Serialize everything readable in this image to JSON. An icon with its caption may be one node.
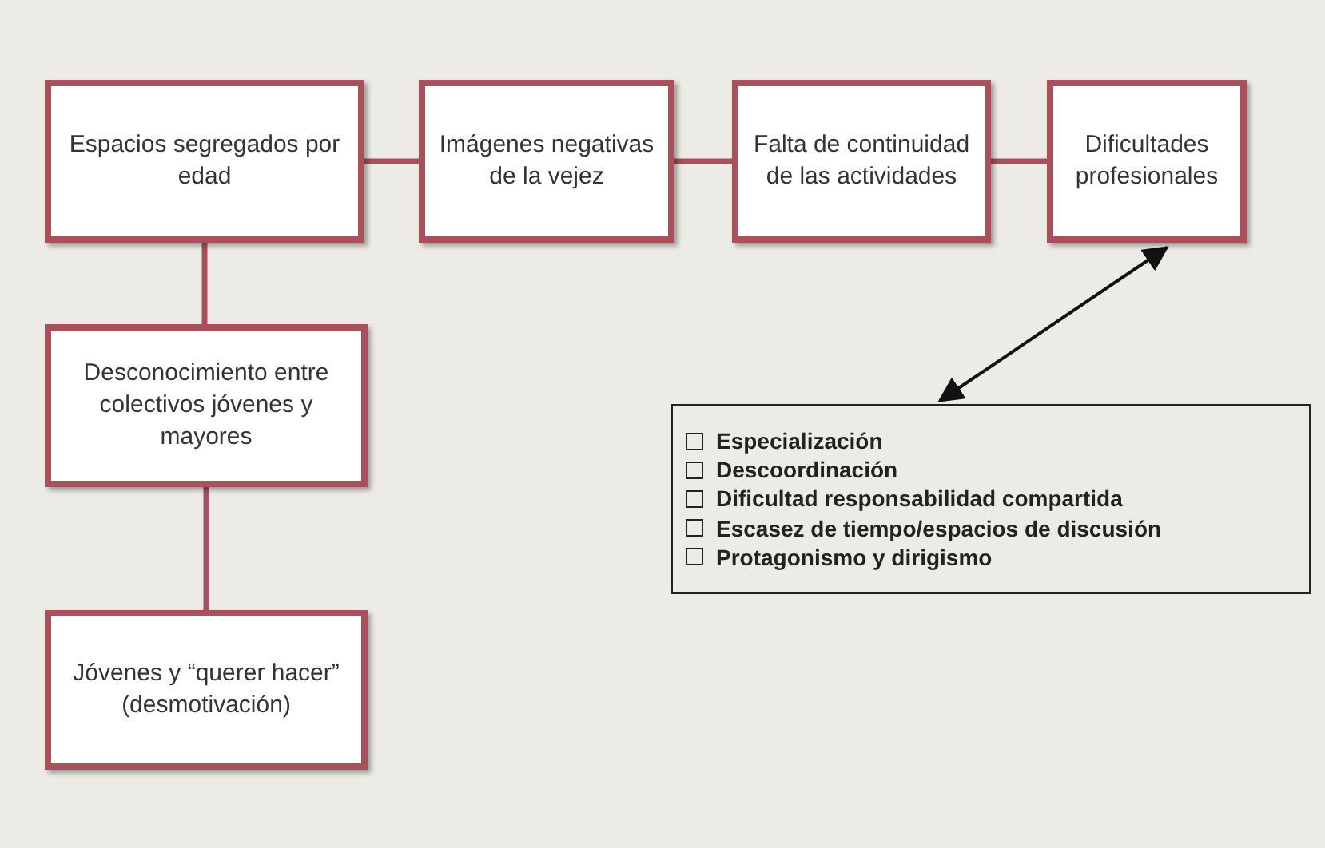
{
  "diagram": {
    "nodes": [
      {
        "text": [
          "Espacios segregados por edad"
        ]
      },
      {
        "text": [
          "Imágenes negativas de la vejez"
        ]
      },
      {
        "text": [
          "Falta de continuidad de las actividades"
        ]
      },
      {
        "text": [
          "Dificultades profesionales"
        ]
      },
      {
        "text": [
          "Desconocimiento entre colectivos jóvenes y mayores"
        ]
      },
      {
        "text": [
          "Jóvenes y “querer hacer” (desmotivación)"
        ]
      },
      {
        "text": [
          "Especialización",
          "Descoordinación",
          "Dificultad responsabilidad compartida",
          "Escasez de tiempo/espacios de discusión",
          "Protagonismo y dirigismo"
        ]
      }
    ],
    "edges": [
      {
        "from": 0,
        "to": 1,
        "arrow": "none"
      },
      {
        "from": 1,
        "to": 2,
        "arrow": "none"
      },
      {
        "from": 2,
        "to": 3,
        "arrow": "none"
      },
      {
        "from": 0,
        "to": 4,
        "arrow": "none"
      },
      {
        "from": 4,
        "to": 5,
        "arrow": "none"
      },
      {
        "from": 3,
        "to": 6,
        "arrow": "both",
        "color": "#111111"
      }
    ]
  }
}
